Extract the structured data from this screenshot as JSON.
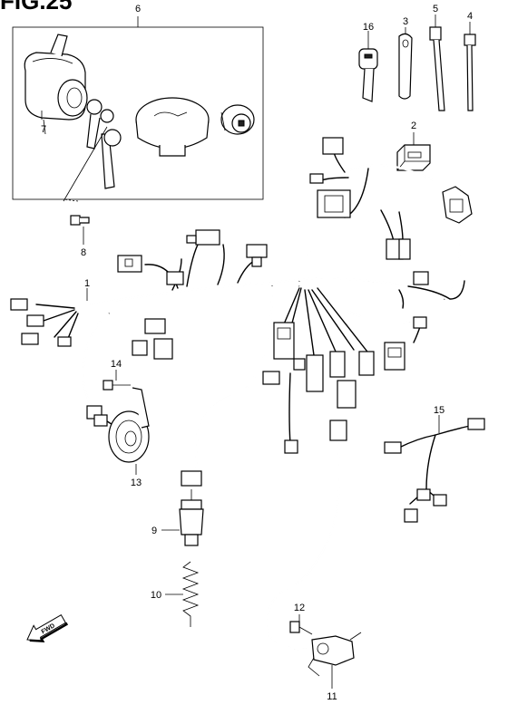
{
  "figure": {
    "title": "FIG.25"
  },
  "callouts": [
    "1",
    "2",
    "3",
    "4",
    "5",
    "6",
    "7",
    "8",
    "9",
    "10",
    "11",
    "12",
    "13",
    "14",
    "15",
    "16"
  ],
  "direction_label": "FWD"
}
